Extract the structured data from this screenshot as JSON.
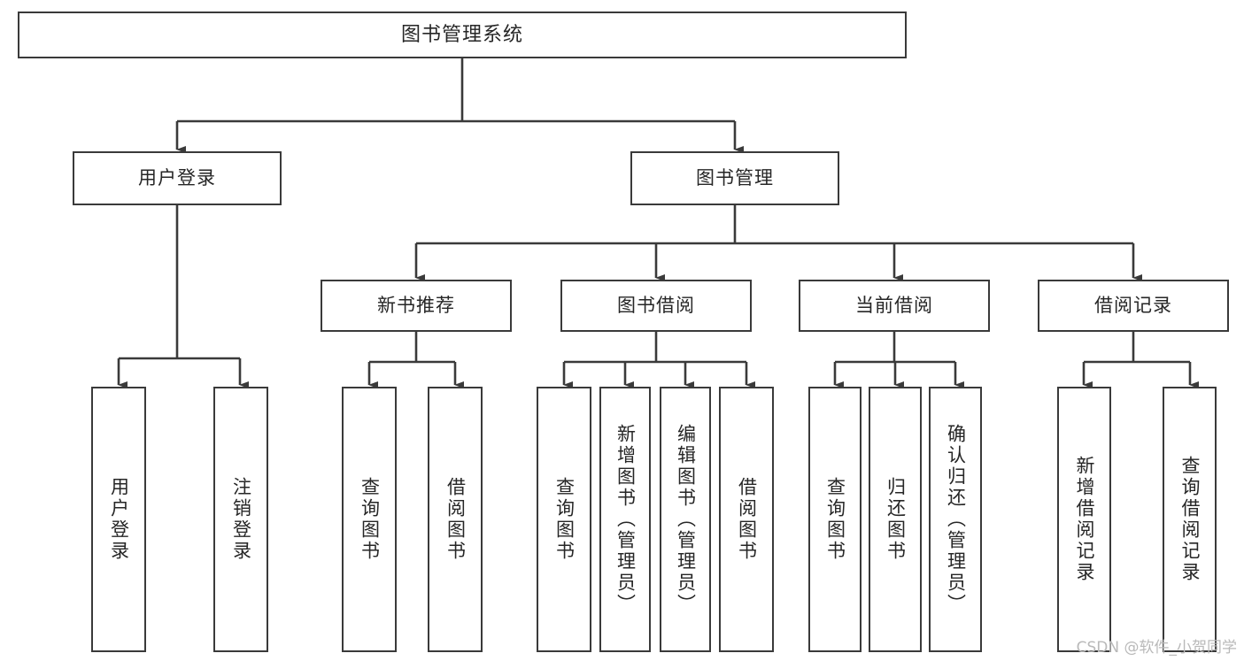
{
  "diagram": {
    "title": "图书管理系统",
    "type": "tree-hierarchy-chart",
    "watermark": "CSDN @软件_小贺同学",
    "line_color": "#3a3a3a",
    "text_color": "#262626",
    "background_color": "#ffffff",
    "nodes": {
      "root": {
        "label": "图书管理系统"
      },
      "level2": [
        {
          "id": "user-login",
          "label": "用户登录"
        },
        {
          "id": "book-management",
          "label": "图书管理"
        }
      ],
      "level3": [
        {
          "id": "new-book-recommend",
          "label": "新书推荐"
        },
        {
          "id": "book-borrow",
          "label": "图书借阅"
        },
        {
          "id": "current-borrow",
          "label": "当前借阅"
        },
        {
          "id": "borrow-record",
          "label": "借阅记录"
        }
      ],
      "leaves": {
        "user_login": [
          {
            "id": "leaf-user-login",
            "label": "用户登录"
          },
          {
            "id": "leaf-logout-login",
            "label": "注销登录"
          }
        ],
        "new_book_recommend": [
          {
            "id": "leaf-query-book-1",
            "label": "查询图书"
          },
          {
            "id": "leaf-borrow-book-1",
            "label": "借阅图书"
          }
        ],
        "book_borrow": [
          {
            "id": "leaf-query-book-2",
            "label": "查询图书"
          },
          {
            "id": "leaf-add-book-admin",
            "label": "新增图书（管理员）"
          },
          {
            "id": "leaf-edit-book-admin",
            "label": "编辑图书（管理员）"
          },
          {
            "id": "leaf-borrow-book-2",
            "label": "借阅图书"
          }
        ],
        "current_borrow": [
          {
            "id": "leaf-query-book-3",
            "label": "查询图书"
          },
          {
            "id": "leaf-return-book",
            "label": "归还图书"
          },
          {
            "id": "leaf-confirm-return-admin",
            "label": "确认归还（管理员）"
          }
        ],
        "borrow_record": [
          {
            "id": "leaf-add-borrow-record",
            "label": "新增借阅记录"
          },
          {
            "id": "leaf-query-borrow-record",
            "label": "查询借阅记录"
          }
        ]
      }
    }
  }
}
